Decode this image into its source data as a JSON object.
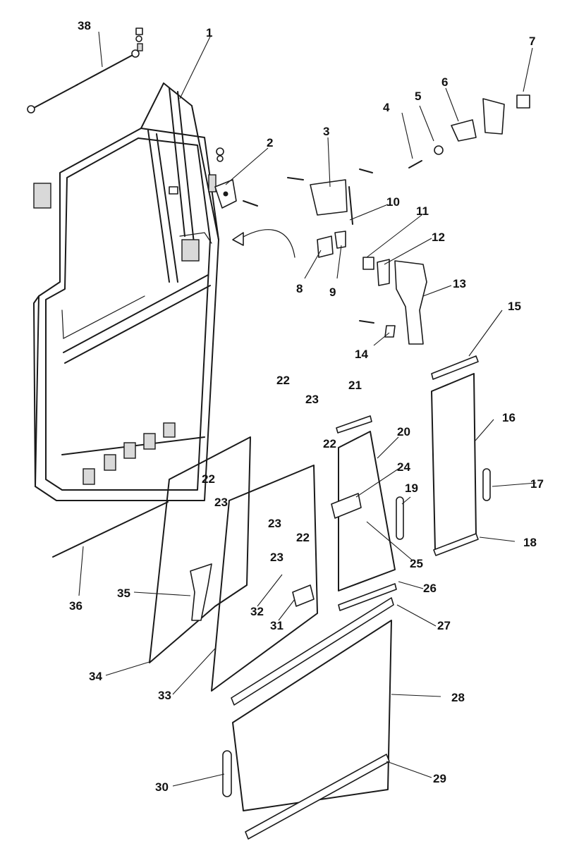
{
  "callouts": [
    "1",
    "2",
    "3",
    "4",
    "5",
    "6",
    "7",
    "8",
    "9",
    "10",
    "11",
    "12",
    "13",
    "14",
    "15",
    "16",
    "17",
    "18",
    "19",
    "20",
    "21",
    "22",
    "22",
    "22",
    "22",
    "23",
    "23",
    "23",
    "23",
    "24",
    "25",
    "26",
    "27",
    "28",
    "29",
    "30",
    "31",
    "32",
    "33",
    "34",
    "35",
    "36",
    "38"
  ]
}
